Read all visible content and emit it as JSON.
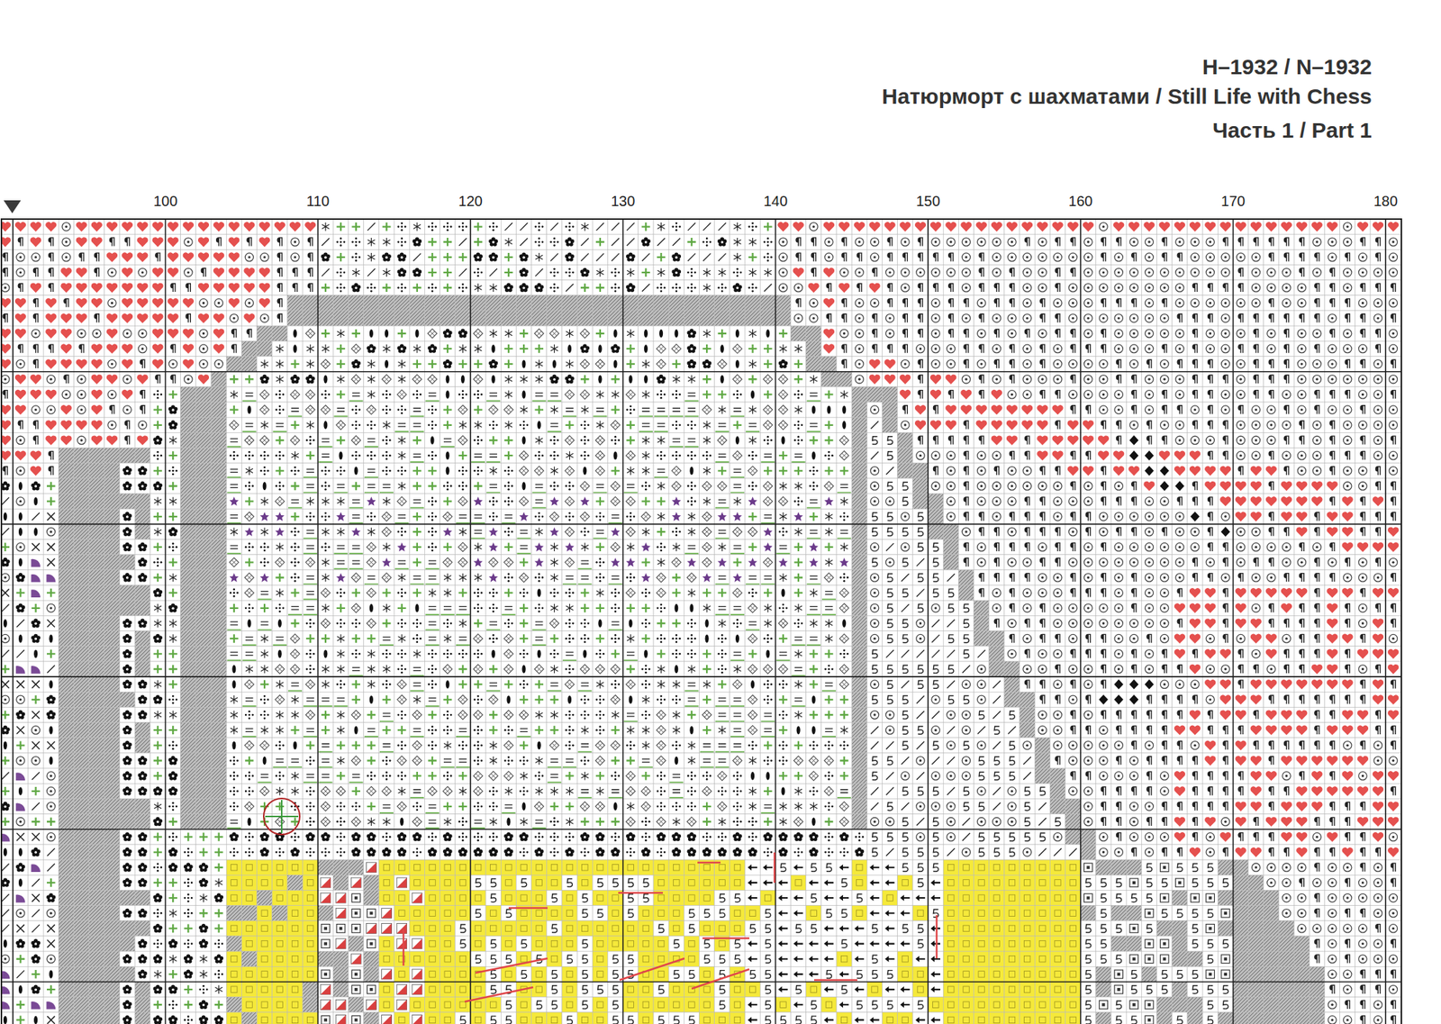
{
  "diagram": {
    "title": "Натюрморт с шахматами / Still Life with Chess",
    "labels": [
      "H–1932 / N–1932",
      "Часть 1 / Part 1",
      "100",
      "110",
      "120",
      "130",
      "140",
      "150",
      "160",
      "170",
      "180"
    ]
  }
}
